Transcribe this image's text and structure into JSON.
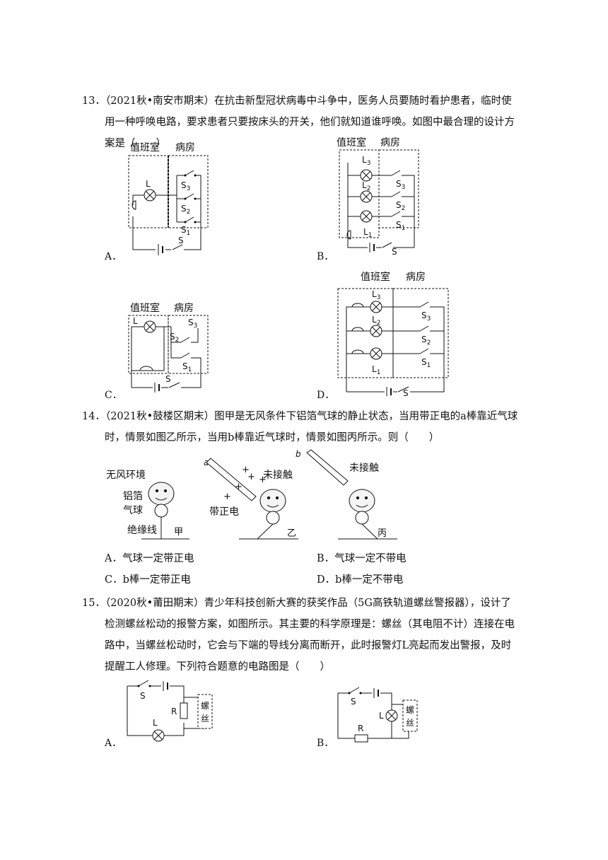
{
  "q13": {
    "text": "13．（2021秋•南安市期末）在抗击新型冠状病毒中斗争中，医务人员要随时看护患者，临时使用一种呼唤电路，要求患者只要按床头的开关，他们就知道谁呼唤。如图中最合理的设计方案是（　　）",
    "room_duty": "值班室",
    "room_ward": "病房",
    "options": [
      "A．",
      "B．",
      "C．",
      "D．"
    ],
    "lamp": "L",
    "switch": "S",
    "s1": "S",
    "s2": "S",
    "s3": "S",
    "l1": "L",
    "l2": "L",
    "l3": "L",
    "sub1": "1",
    "sub2": "2",
    "sub3": "3"
  },
  "q14": {
    "text": "14．（2021秋•鼓楼区期末）图甲是无风条件下铝箔气球的静止状态，当用带正电的a棒靠近气球时，情景如图乙所示，当用b棒靠近气球时，情景如图丙所示。则（　　）",
    "no_wind": "无风环境",
    "foil1": "铝箔",
    "foil2": "气球",
    "insulated": "绝缘线",
    "jia": "甲",
    "yi": "乙",
    "bing": "丙",
    "rod_a": "a",
    "rod_b": "b",
    "positive": "带正电",
    "not_touch": "未接触",
    "plus": "+",
    "choices": [
      "A．气球一定带正电",
      "B．气球一定不带电",
      "C．b棒一定带正电",
      "D．b棒一定不带电"
    ]
  },
  "q15": {
    "text": "15．（2020秋•莆田期末）青少年科技创新大赛的获奖作品（5G高铁轨道螺丝警报器），设计了检测螺丝松动的报警方案，如图所示。其主要的科学原理是：螺丝（其电阻不计）连接在电路中，当螺丝松动时，它会与下端的导线分离而断开，此时报警灯L亮起而发出警报，及时提醒工人修理。下列符合题意的电路图是（　　）",
    "screw1": "螺",
    "screw2": "丝",
    "switch": "S",
    "resistor": "R",
    "lamp": "L",
    "options": [
      "A．",
      "B．"
    ]
  }
}
